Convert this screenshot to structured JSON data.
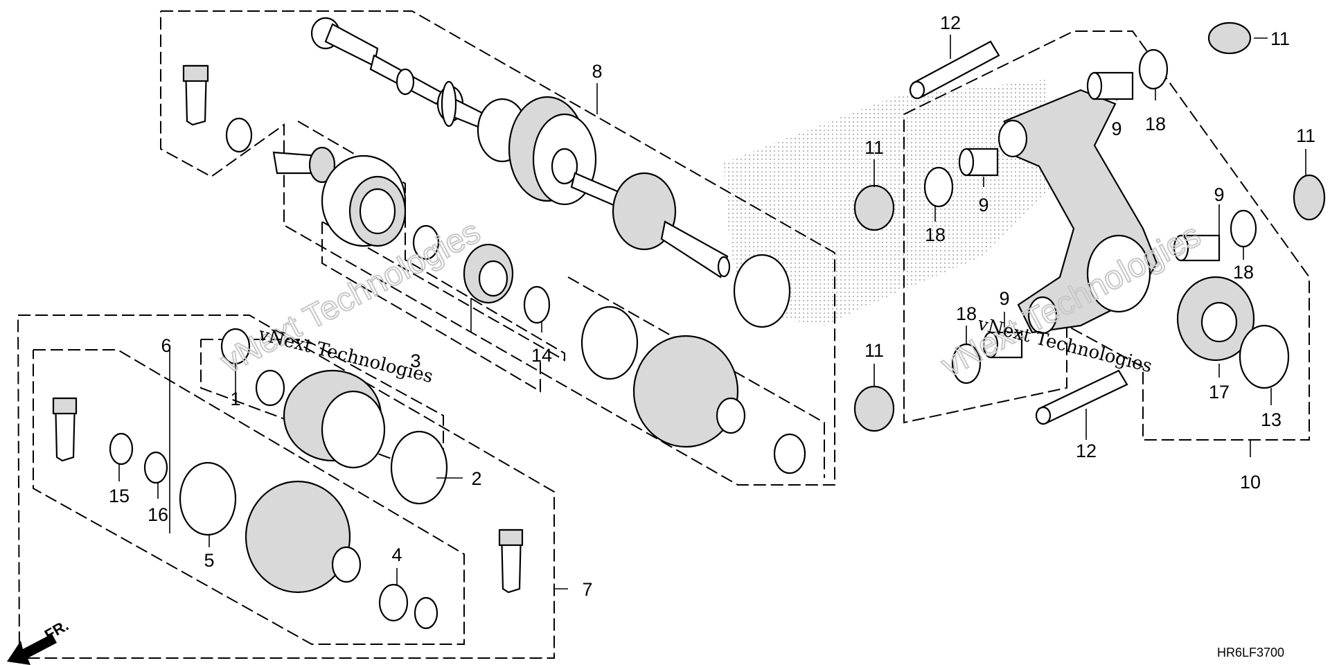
{
  "diagram": {
    "code": "HR6LF3700",
    "front_marker": "FR.",
    "watermark_text": "vNext Technologies",
    "watermark_big": "vNext Technologies",
    "callouts": {
      "c1": "1",
      "c2": "2",
      "c3": "3",
      "c4": "4",
      "c5": "5",
      "c6": "6",
      "c7": "7",
      "c8": "8",
      "c9a": "9",
      "c9b": "9",
      "c9c": "9",
      "c9d": "9",
      "c10": "10",
      "c11a": "11",
      "c11b": "11",
      "c11c": "11",
      "c11d": "11",
      "c12a": "12",
      "c12b": "12",
      "c13": "13",
      "c14": "14",
      "c15": "15",
      "c16": "16",
      "c17": "17",
      "c18a": "18",
      "c18b": "18",
      "c18c": "18",
      "c18d": "18"
    }
  }
}
